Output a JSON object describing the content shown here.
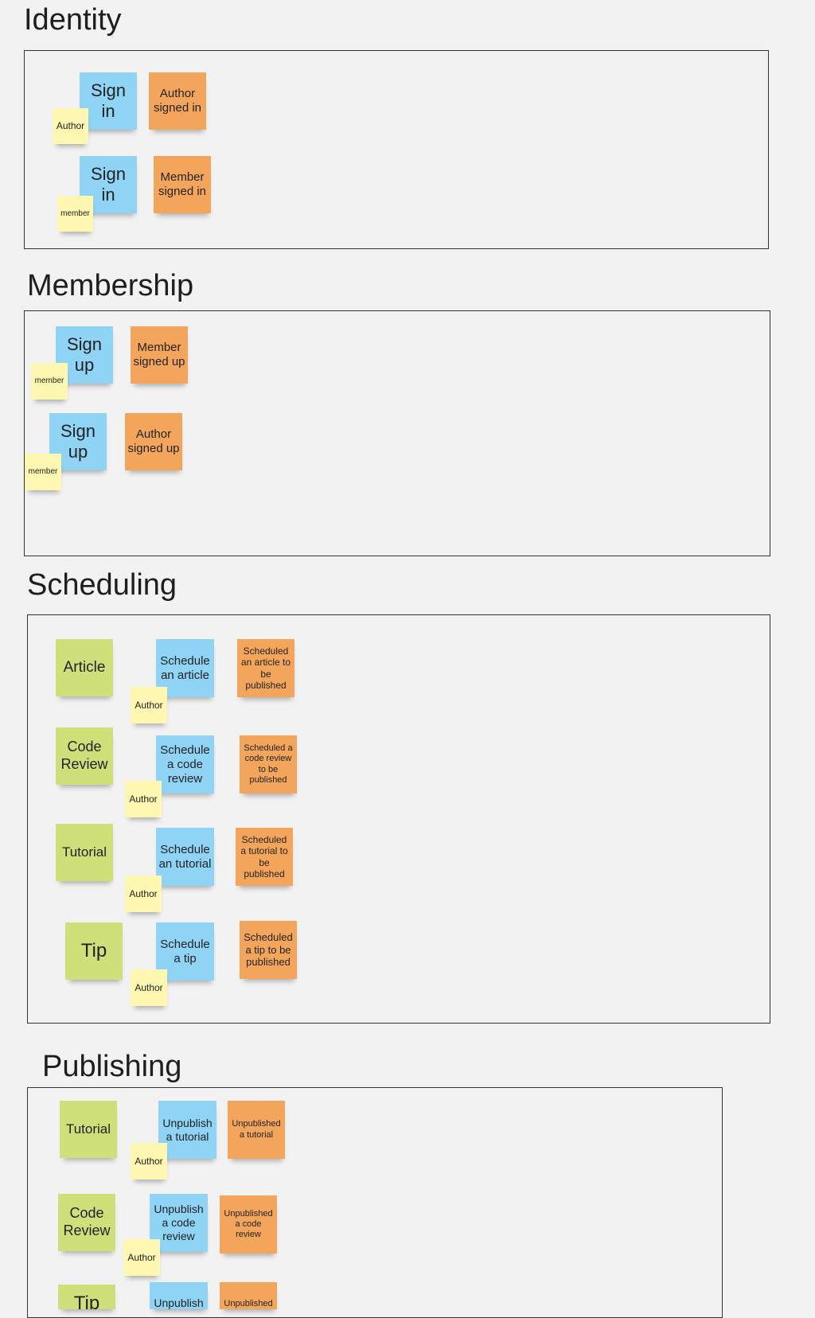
{
  "sections": {
    "identity": {
      "title": "Identity",
      "stickies": {
        "command_1": "Sign in",
        "event_1": "Author signed in",
        "actor_1": "Author",
        "command_2": "Sign in",
        "event_2": "Member signed in",
        "actor_2": "member"
      }
    },
    "membership": {
      "title": "Membership",
      "stickies": {
        "command_1": "Sign up",
        "event_1": "Member signed up",
        "actor_1": "member",
        "command_2": "Sign up",
        "event_2": "Author signed up",
        "actor_2": "member"
      }
    },
    "scheduling": {
      "title": "Scheduling",
      "stickies": {
        "aggregate_1": "Article",
        "command_1": "Schedule an article",
        "event_1": "Scheduled an article to be published",
        "actor_1": "Author",
        "aggregate_2": "Code Review",
        "command_2": "Schedule a code review",
        "event_2": "Scheduled a code review to be published",
        "actor_2": "Author",
        "aggregate_3": "Tutorial",
        "command_3": "Schedule an tutorial",
        "event_3": "Scheduled a tutorial to be published",
        "actor_3": "Author",
        "aggregate_4": "Tip",
        "command_4": "Schedule a tip",
        "event_4": "Scheduled a tip to be published",
        "actor_4": "Author"
      }
    },
    "publishing": {
      "title": "Publishing",
      "stickies": {
        "aggregate_1": "Tutorial",
        "command_1": "Unpublish a tutorial",
        "event_1": "Unpublished a tutorial",
        "actor_1": "Author",
        "aggregate_2": "Code Review",
        "command_2": "Unpublish a code review",
        "event_2": "Unpublished a code review",
        "actor_2": "Author",
        "aggregate_3": "Tip",
        "command_3": "Unpublish",
        "event_3": "Unpublished"
      }
    }
  },
  "colors": {
    "command": "#8fd3f5",
    "event": "#f3a65b",
    "aggregate": "#cfe07a",
    "actor": "#fdf7b2",
    "frame_border": "#333333",
    "canvas": "#f2f2f2"
  }
}
